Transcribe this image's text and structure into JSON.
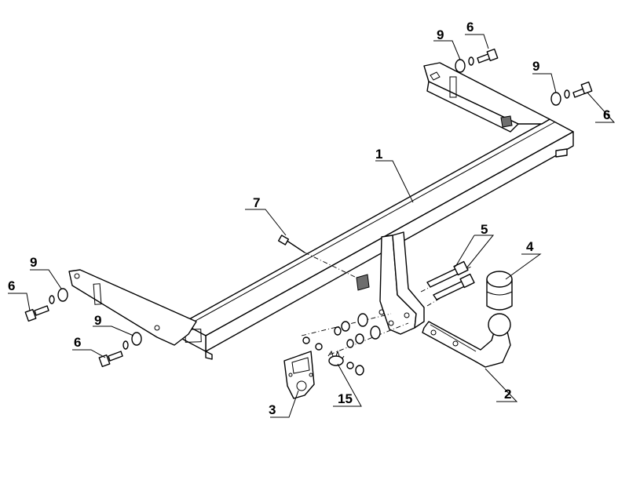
{
  "callouts": {
    "p1": "1",
    "p2": "2",
    "p3": "3",
    "p4": "4",
    "p5": "5",
    "p6a": "6",
    "p6b": "6",
    "p6c": "6",
    "p6d": "6",
    "p7": "7",
    "p9a": "9",
    "p9b": "9",
    "p9c": "9",
    "p9d": "9",
    "p15": "15"
  }
}
